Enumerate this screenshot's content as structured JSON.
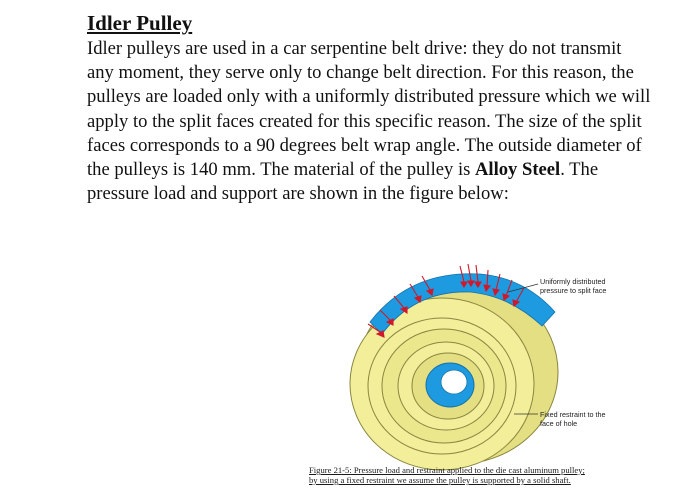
{
  "document": {
    "title": "Idler Pulley",
    "paragraph_before_bold": "Idler pulleys are used in a car serpentine belt drive: they do not transmit any moment, they serve only to change belt direction. For this reason, the pulleys are loaded only with a uniformly distributed pressure which we will apply to the split faces created for this specific reason. The size of the split faces corresponds to a 90 degrees belt wrap angle. The outside diameter of the pulleys is 140 mm. The material of the pulley is ",
    "material": "Alloy Steel",
    "paragraph_after_bold": ". The pressure load and support are shown in the figure below:"
  },
  "figure": {
    "label_pressure_line1": "Uniformly distributed",
    "label_pressure_line2": "pressure to split face",
    "label_restraint_line1": "Fixed restraint to the",
    "label_restraint_line2": "face of hole",
    "caption_line1": "Figure 21-5: Pressure load and restraint applied to the die cast aluminum pulley;",
    "caption_line2": "by using a fixed restraint we assume the pulley is supported by a solid shaft.",
    "colors": {
      "pulley_yellow": "#f2ee9a",
      "pulley_outline": "#8a8640",
      "pressure_face_blue": "#1e9be0",
      "hole_blue": "#1e9be0",
      "arrow_red": "#d0182a"
    }
  }
}
